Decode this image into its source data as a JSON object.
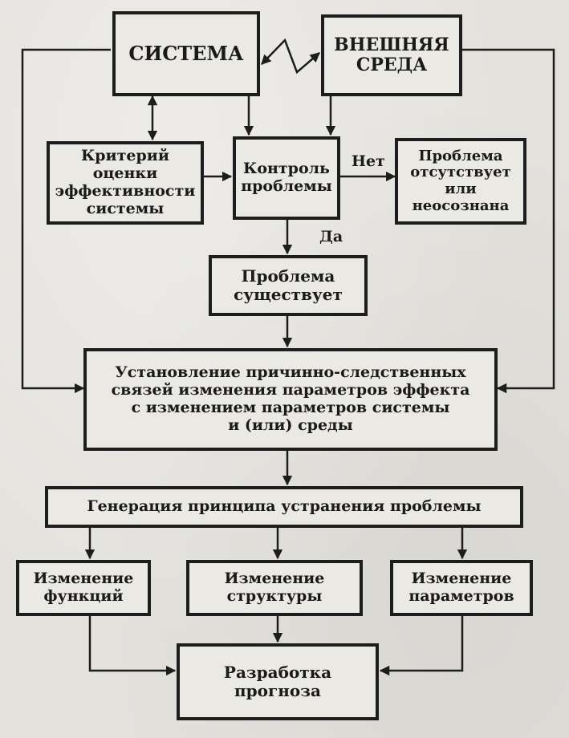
{
  "boxes": {
    "system": "СИСТЕМА",
    "environment": "ВНЕШНЯЯ\nСРЕДА",
    "criterion": "Критерий\nоценки\nэффективности\nсистемы",
    "control": "Контроль\nпроблемы",
    "absent": "Проблема\nотсутствует\nили\nнеосознана",
    "exists": "Проблема\nсуществует",
    "causal": "Установление причинно-следственных\nсвязей изменения параметров эффекта\nс изменением параметров системы\nи (или) среды",
    "generation": "Генерация принципа устранения проблемы",
    "functions": "Изменение\nфункций",
    "structure": "Изменение\nструктуры",
    "parameters": "Изменение\nпараметров",
    "forecast": "Разработка\nпрогноза"
  },
  "edge_labels": {
    "no": "Нет",
    "yes": "Да"
  }
}
